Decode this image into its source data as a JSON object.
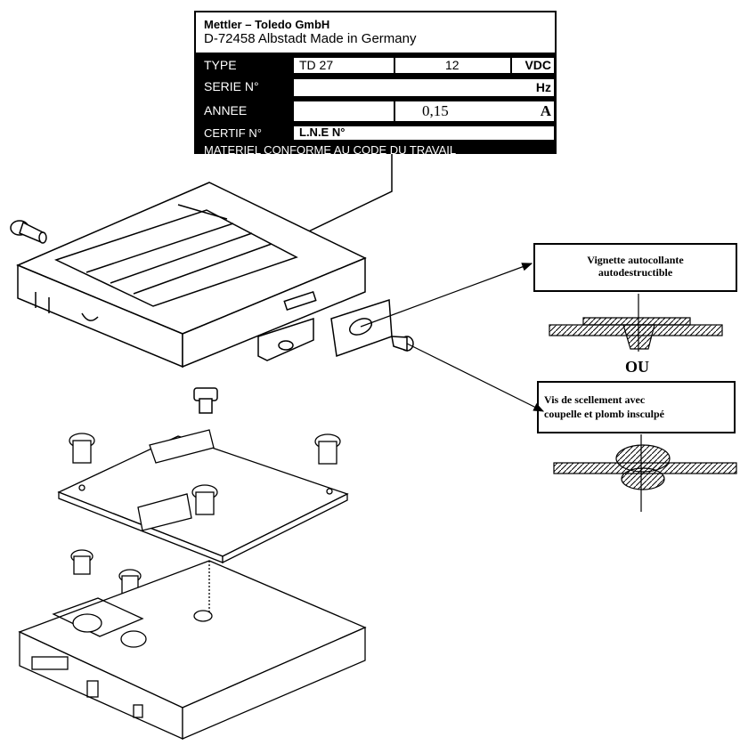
{
  "nameplate": {
    "company": "Mettler – Toledo GmbH",
    "address": "D-72458 Albstadt Made in Germany",
    "rows": [
      {
        "label": "TYPE",
        "value": "TD 27",
        "value2": "12",
        "unit": "VDC"
      },
      {
        "label": "SERIE N°",
        "value": "",
        "value2": "",
        "unit": "Hz"
      },
      {
        "label": "ANNEE",
        "value": "",
        "value2": "0,15",
        "unit": "A"
      },
      {
        "label": "CERTIF N°",
        "value": "L.N.E N°",
        "value2": "",
        "unit": ""
      }
    ],
    "footer": "MATERIEL CONFORME AU CODE DU TRAVAIL"
  },
  "option1": {
    "line1": "Vignette autocollante",
    "line2": "autodestructible"
  },
  "or_label": "OU",
  "option2": {
    "line1": "Vis de scellement avec",
    "line2": "coupelle et plomb insculpé"
  }
}
